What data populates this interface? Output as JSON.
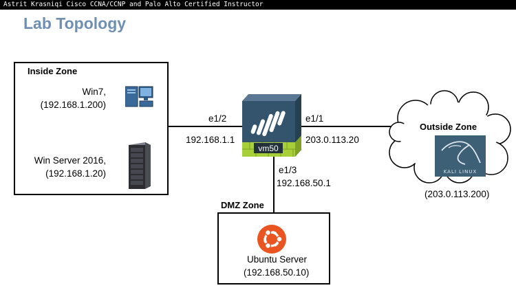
{
  "banner": "Astrit Krasniqi Cisco CCNA/CCNP and Palo Alto Certified Instructor",
  "title": "Lab Topology",
  "inside_zone": {
    "label": "Inside Zone",
    "host1": {
      "name": "Win7,",
      "ip": "(192.168.1.200)"
    },
    "host2": {
      "name": "Win Server 2016,",
      "ip": "(192.168.1.20)"
    }
  },
  "firewall": {
    "name": "vm50",
    "left_port": "e1/2",
    "left_ip": "192.168.1.1",
    "right_port": "e1/1",
    "right_ip": "203.0.113.20",
    "bottom_port": "e1/3",
    "bottom_ip": "192.168.50.1"
  },
  "outside_zone": {
    "label": "Outside Zone",
    "logo_text": "KALI LINUX",
    "ip": "(203.0.113.200)"
  },
  "dmz_zone": {
    "label": "DMZ Zone",
    "host": {
      "name": "Ubuntu Server",
      "ip": "(192.168.50.10)"
    }
  },
  "colors": {
    "title": "#6f8fb3",
    "firewall_body": "#34536d",
    "firewall_brick": "#a6cf3a",
    "ubuntu": "#e95420",
    "kali_bg": "#3e6077"
  }
}
